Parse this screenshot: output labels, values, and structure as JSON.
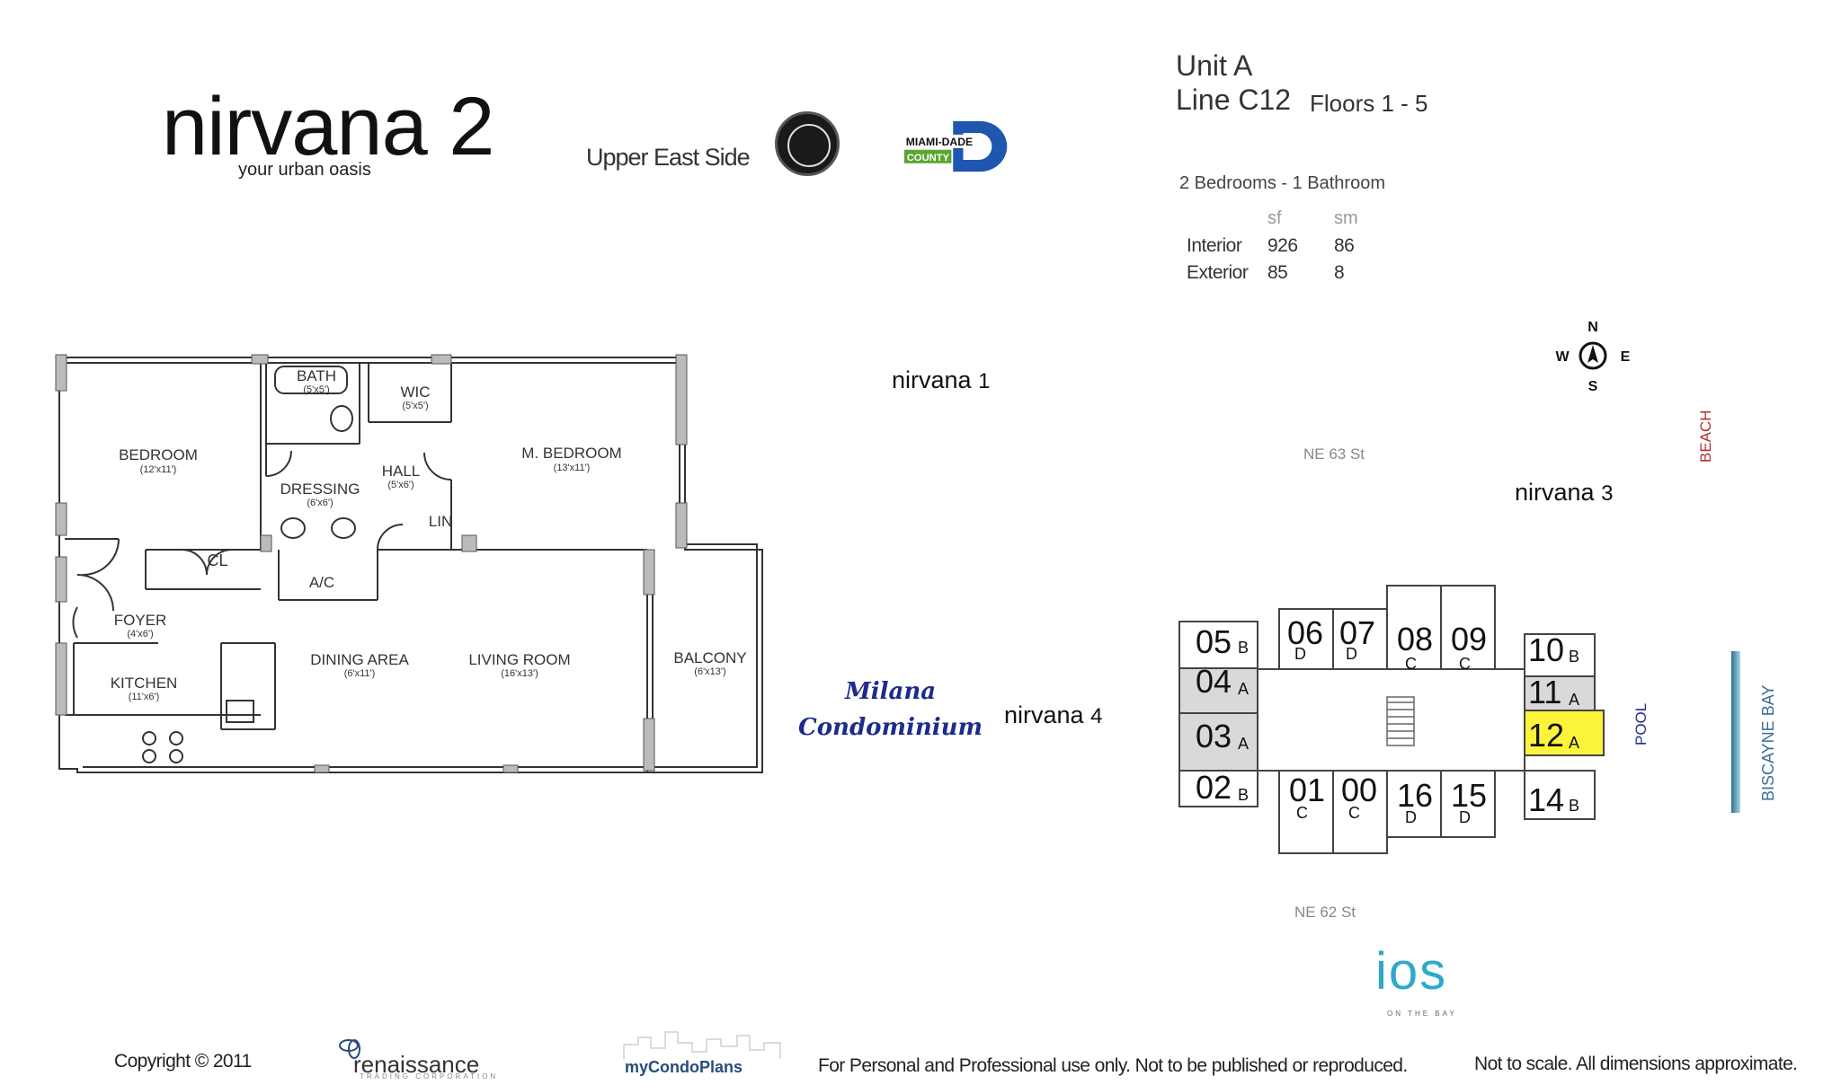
{
  "header": {
    "brand_title": "nirvana 2",
    "brand_tagline": "your urban oasis",
    "area_name": "Upper East Side",
    "county_logo_line1": "MIAMI-DADE",
    "county_logo_line2": "COUNTY"
  },
  "unit": {
    "unit_label": "Unit A",
    "line_label": "Line C12",
    "floors_label": "Floors 1 - 5",
    "bedrooms_label": "2 Bedrooms - 1 Bathroom",
    "area_table": {
      "headers": [
        "sf",
        "sm"
      ],
      "rows": [
        {
          "label": "Interior",
          "sf": "926",
          "sm": "86"
        },
        {
          "label": "Exterior",
          "sf": "85",
          "sm": "8"
        }
      ]
    }
  },
  "floor_plan": {
    "rooms": [
      {
        "name": "BEDROOM",
        "dims": "(12'x11')"
      },
      {
        "name": "BATH",
        "dims": "(5'x5')"
      },
      {
        "name": "WIC",
        "dims": "(5'x5')"
      },
      {
        "name": "M. BEDROOM",
        "dims": "(13'x11')"
      },
      {
        "name": "DRESSING",
        "dims": "(6'x6')"
      },
      {
        "name": "HALL",
        "dims": "(5'x6')"
      },
      {
        "name": "LIN",
        "dims": ""
      },
      {
        "name": "CL",
        "dims": ""
      },
      {
        "name": "A/C",
        "dims": ""
      },
      {
        "name": "FOYER",
        "dims": "(4'x6')"
      },
      {
        "name": "KITCHEN",
        "dims": "(11'x6')"
      },
      {
        "name": "DINING AREA",
        "dims": "(6'x11')"
      },
      {
        "name": "LIVING ROOM",
        "dims": "(16'x13')"
      },
      {
        "name": "BALCONY",
        "dims": "(6'x13')"
      }
    ]
  },
  "site_map": {
    "compass": {
      "n": "N",
      "s": "S",
      "e": "E",
      "w": "W"
    },
    "nirvana1": {
      "name": "nirvana",
      "num": "1"
    },
    "nirvana3": {
      "name": "nirvana",
      "num": "3"
    },
    "nirvana4": {
      "name": "nirvana",
      "num": "4"
    },
    "street_north": "NE 63 St",
    "street_south": "NE 62 St",
    "beach": "BEACH",
    "bay": "BISCAYNE BAY",
    "pool": "POOL",
    "milana_line1": "Milana",
    "milana_line2": "Condominium",
    "highlight_color": "#fbf43a",
    "unit_fill_gray": "#d9d9d9",
    "units": [
      {
        "num": "05",
        "type": "B",
        "shaded": false,
        "selected": false
      },
      {
        "num": "04",
        "type": "A",
        "shaded": true,
        "selected": false
      },
      {
        "num": "03",
        "type": "A",
        "shaded": true,
        "selected": false
      },
      {
        "num": "02",
        "type": "B",
        "shaded": false,
        "selected": false
      },
      {
        "num": "06",
        "type": "D",
        "shaded": false,
        "selected": false
      },
      {
        "num": "07",
        "type": "D",
        "shaded": false,
        "selected": false
      },
      {
        "num": "08",
        "type": "C",
        "shaded": false,
        "selected": false
      },
      {
        "num": "09",
        "type": "C",
        "shaded": false,
        "selected": false
      },
      {
        "num": "10",
        "type": "B",
        "shaded": false,
        "selected": false
      },
      {
        "num": "11",
        "type": "A",
        "shaded": true,
        "selected": false
      },
      {
        "num": "12",
        "type": "A",
        "shaded": false,
        "selected": true
      },
      {
        "num": "14",
        "type": "B",
        "shaded": false,
        "selected": false
      },
      {
        "num": "01",
        "type": "C",
        "shaded": false,
        "selected": false
      },
      {
        "num": "00",
        "type": "C",
        "shaded": false,
        "selected": false
      },
      {
        "num": "16",
        "type": "D",
        "shaded": false,
        "selected": false
      },
      {
        "num": "15",
        "type": "D",
        "shaded": false,
        "selected": false
      }
    ],
    "ios_logo": "ios",
    "ios_sub": "ON THE BAY"
  },
  "footer": {
    "copyright": "Copyright © 2011",
    "renaissance": "renaissance",
    "renaissance_sub": "TRADING CORPORATION",
    "mycondoplans": "myCondoPlans",
    "usage": "For Personal and Professional use only.  Not to be published or reproduced.",
    "scale_note": "Not to scale.  All dimensions approximate."
  }
}
